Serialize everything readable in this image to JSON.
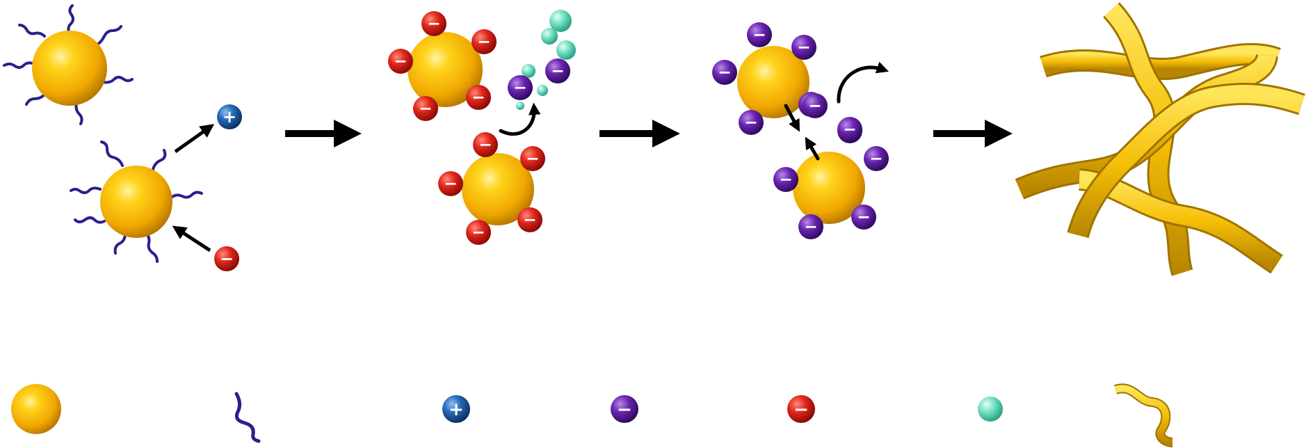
{
  "colors": {
    "gold": "#F2B705",
    "ligand": "#2A1F8C",
    "cation": "#1E5FA8",
    "anion_red": "#D81B12",
    "anion_purple": "#5A1A9A",
    "cyan_particle": "#5FD6B8",
    "arrow": "#000000"
  },
  "stages": [
    {
      "name": "ligand-capped-particles",
      "signs": [
        "+",
        "−"
      ]
    },
    {
      "name": "red-anion-exchange",
      "signs": [
        "−"
      ]
    },
    {
      "name": "purple-anion-exchange",
      "signs": [
        "−"
      ]
    },
    {
      "name": "nanowire-network",
      "signs": []
    }
  ],
  "legend": {
    "items": [
      {
        "icon": "gold-nanoparticle-icon",
        "sign": ""
      },
      {
        "icon": "ligand-icon",
        "sign": ""
      },
      {
        "icon": "cation-icon",
        "sign": "+"
      },
      {
        "icon": "purple-anion-icon",
        "sign": "−"
      },
      {
        "icon": "red-anion-icon",
        "sign": "−"
      },
      {
        "icon": "cyan-particle-icon",
        "sign": ""
      },
      {
        "icon": "gold-nanowire-icon",
        "sign": ""
      }
    ]
  }
}
